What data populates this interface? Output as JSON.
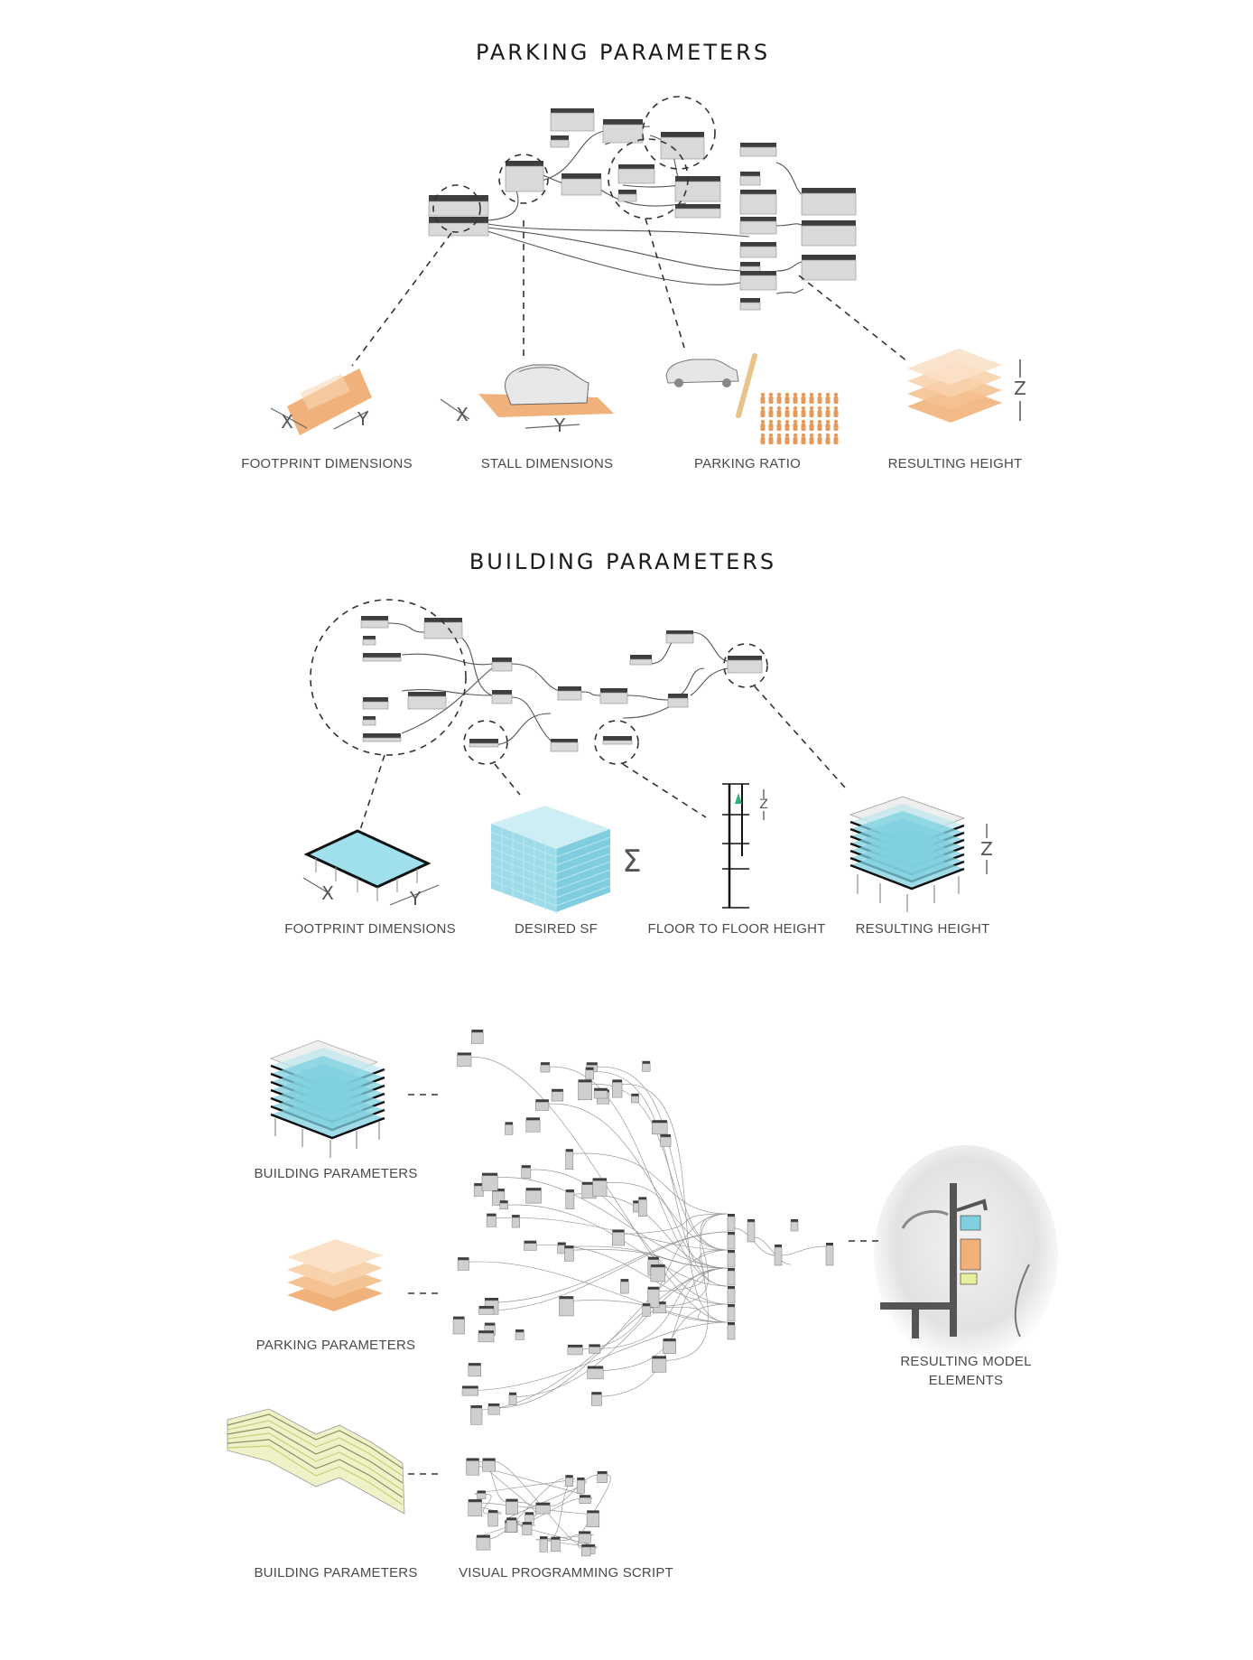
{
  "sections": {
    "parking": {
      "title": "PARKING PARAMETERS",
      "labels": [
        "FOOTPRINT DIMENSIONS",
        "STALL DIMENSIONS",
        "PARKING RATIO",
        "RESULTING HEIGHT"
      ]
    },
    "building": {
      "title": "BUILDING PARAMETERS",
      "labels": [
        "FOOTPRINT DIMENSIONS",
        "DESIRED SF",
        "FLOOR TO FLOOR HEIGHT",
        "RESULTING HEIGHT"
      ]
    },
    "workflow": {
      "labels": {
        "building_top": "BUILDING PARAMETERS",
        "parking": "PARKING PARAMETERS",
        "result_line1": "RESULTING MODEL",
        "result_line2": "ELEMENTS",
        "building_bottom": "BUILDING PARAMETERS",
        "script": "VISUAL PROGRAMMING SCRIPT"
      }
    }
  },
  "axis_letters": {
    "x": "X",
    "y": "Y",
    "z": "Z",
    "sigma": "Σ"
  },
  "colors": {
    "orange": "#f0b27a",
    "orange_light": "#f8d9b8",
    "glass": "#7fd0e0",
    "glass_light": "#bfe7ef",
    "node_header": "#3e3e3e",
    "node_body": "#d9d9d9",
    "site_yellow": "#e8ef9a"
  }
}
